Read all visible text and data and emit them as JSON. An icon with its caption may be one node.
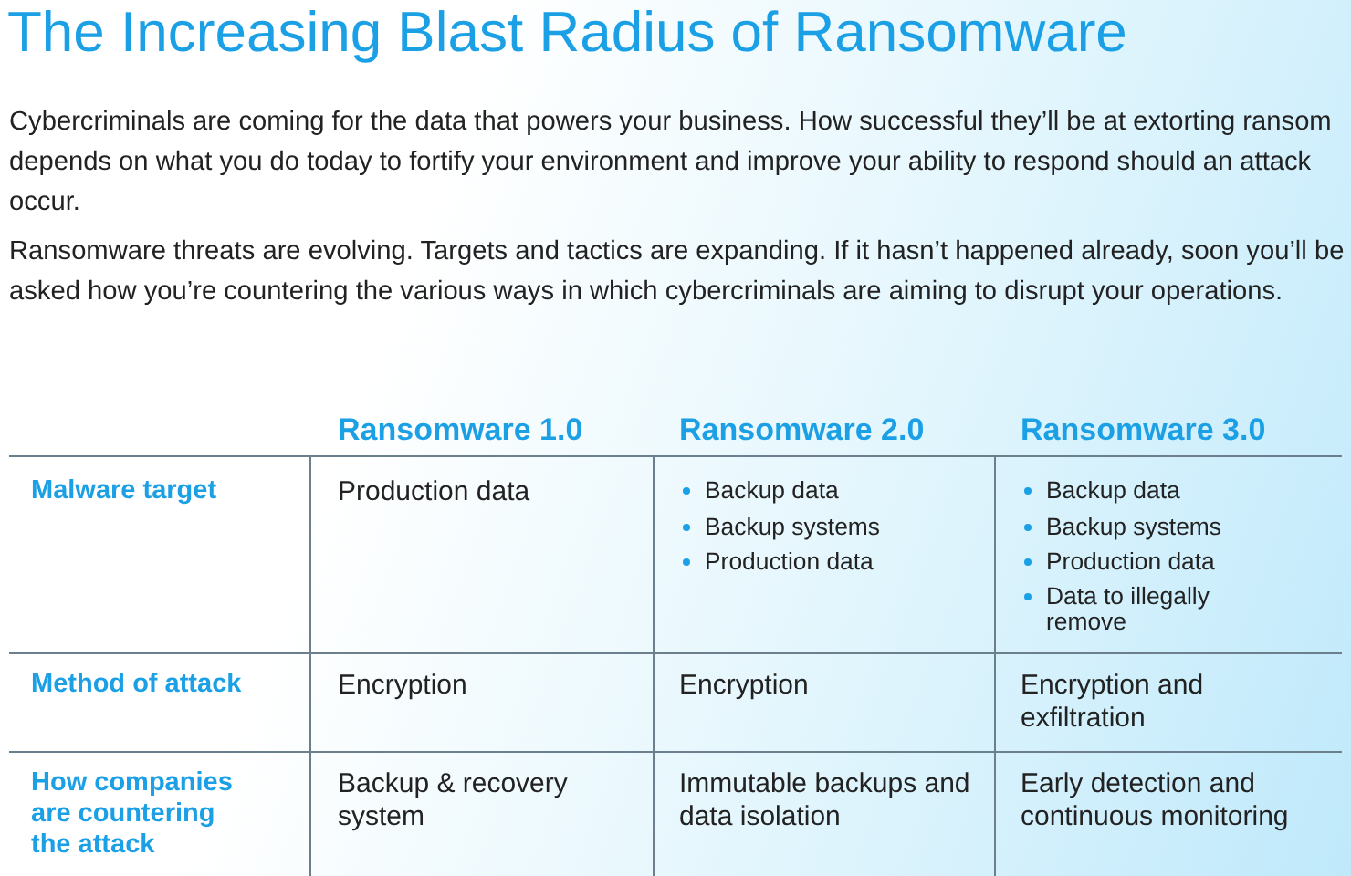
{
  "diagram": {
    "title": "The Increasing Blast Radius of Ransomware",
    "labels": [
      "Cybercriminals are coming for the data that powers your business. How successful they’ll be at extorting ransom depends on what you do today to fortify your environment and improve your ability to respond should an attack occur.",
      "Ransomware threats are evolving. Targets and tactics are expanding. If it hasn’t happened already, soon you’ll be asked how you’re countering the various ways in which cybercriminals are aiming to disrupt your operations.",
      "Ransomware 1.0",
      "Ransomware 2.0",
      "Ransomware 3.0",
      "Malware target",
      "Production data",
      "Backup data",
      "Backup systems",
      "Production data",
      "Backup data",
      "Backup systems",
      "Production data",
      "Data to illegally remove",
      "Method of attack",
      "Encryption",
      "Encryption",
      "Encryption and exfiltration",
      "How companies are countering the attack",
      "Backup & recovery system",
      "Immutable backups and data isolation",
      "Early detection and continuous monitoring"
    ]
  }
}
